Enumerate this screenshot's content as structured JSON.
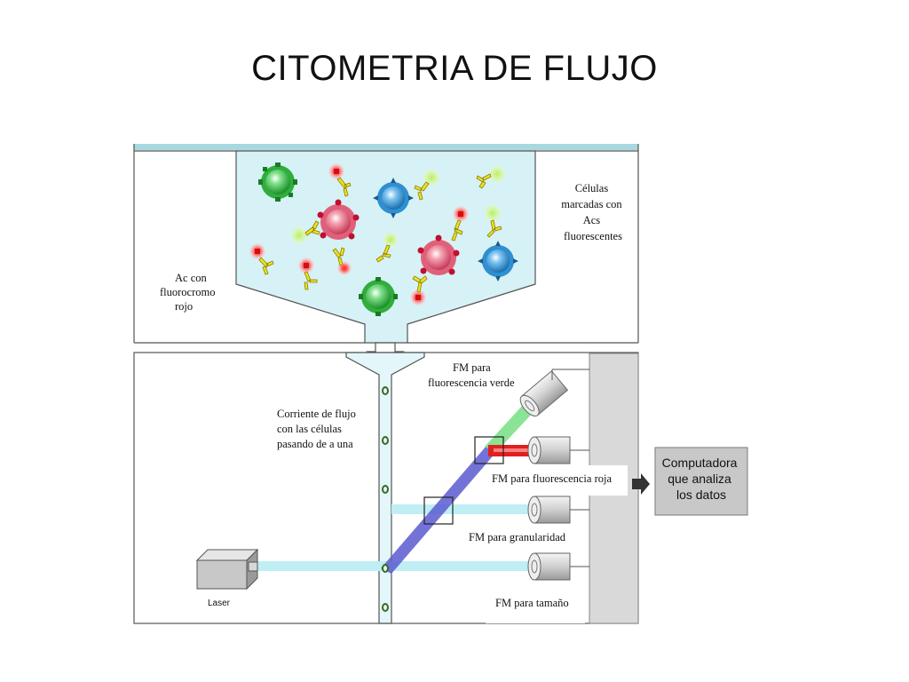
{
  "title": "CITOMETRIA DE FLUJO",
  "labels": {
    "ac_fluorocromo": [
      "Ac con",
      "fluorocromo",
      "rojo"
    ],
    "celulas_marcadas": [
      "Células",
      "marcadas con",
      "Acs",
      "fluorescentes"
    ],
    "fm_verde": [
      "FM para",
      "fluorescencia verde"
    ],
    "corriente": [
      "Corriente de flujo",
      "con las células",
      "pasando de a una"
    ],
    "fm_roja": "FM para fluorescencia roja",
    "fm_granularidad": "FM para granularidad",
    "fm_tamano": "FM para tamaño",
    "laser": "Laser",
    "computadora": [
      "Computadora",
      "que analiza",
      "los datos"
    ]
  },
  "colors": {
    "panel_border": "#555555",
    "top_strip": "#a8d8e0",
    "chamber_fill": "#d6f2f6",
    "green_cell": "#2fae3a",
    "red_cell": "#e0607a",
    "blue_cell": "#2f8fd0",
    "antibody": "#f0e020",
    "beam_blue": "#5a5ad0",
    "beam_green": "#7ee08a",
    "beam_red": "#e02020",
    "beam_cyan": "#bfeef5",
    "computer_box": "#c8c8c8"
  }
}
